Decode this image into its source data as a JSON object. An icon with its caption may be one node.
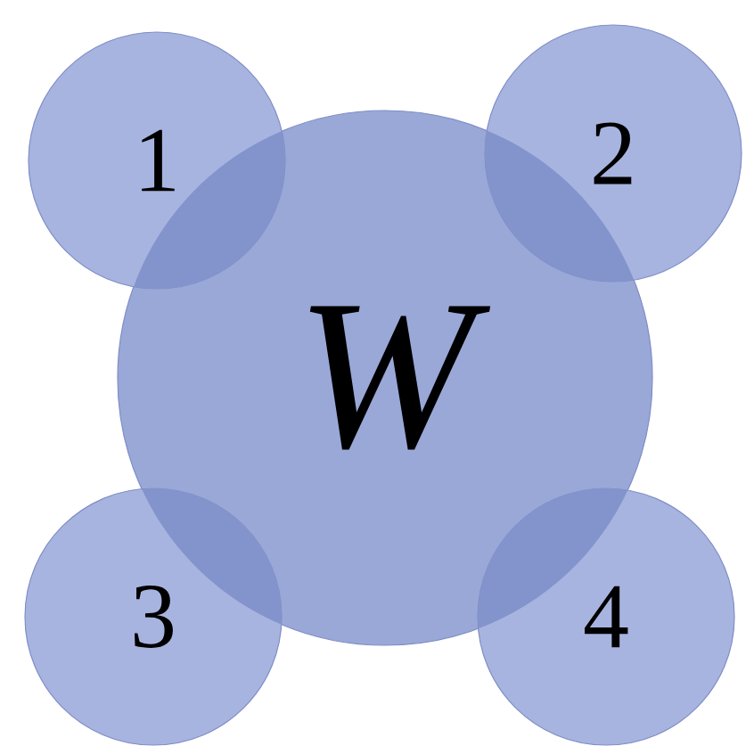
{
  "diagram": {
    "nodes": [
      {
        "text": [
          "1"
        ]
      },
      {
        "text": [
          "2"
        ]
      },
      {
        "text": [
          "W"
        ]
      },
      {
        "text": [
          "3"
        ]
      },
      {
        "text": [
          "4"
        ]
      }
    ]
  }
}
